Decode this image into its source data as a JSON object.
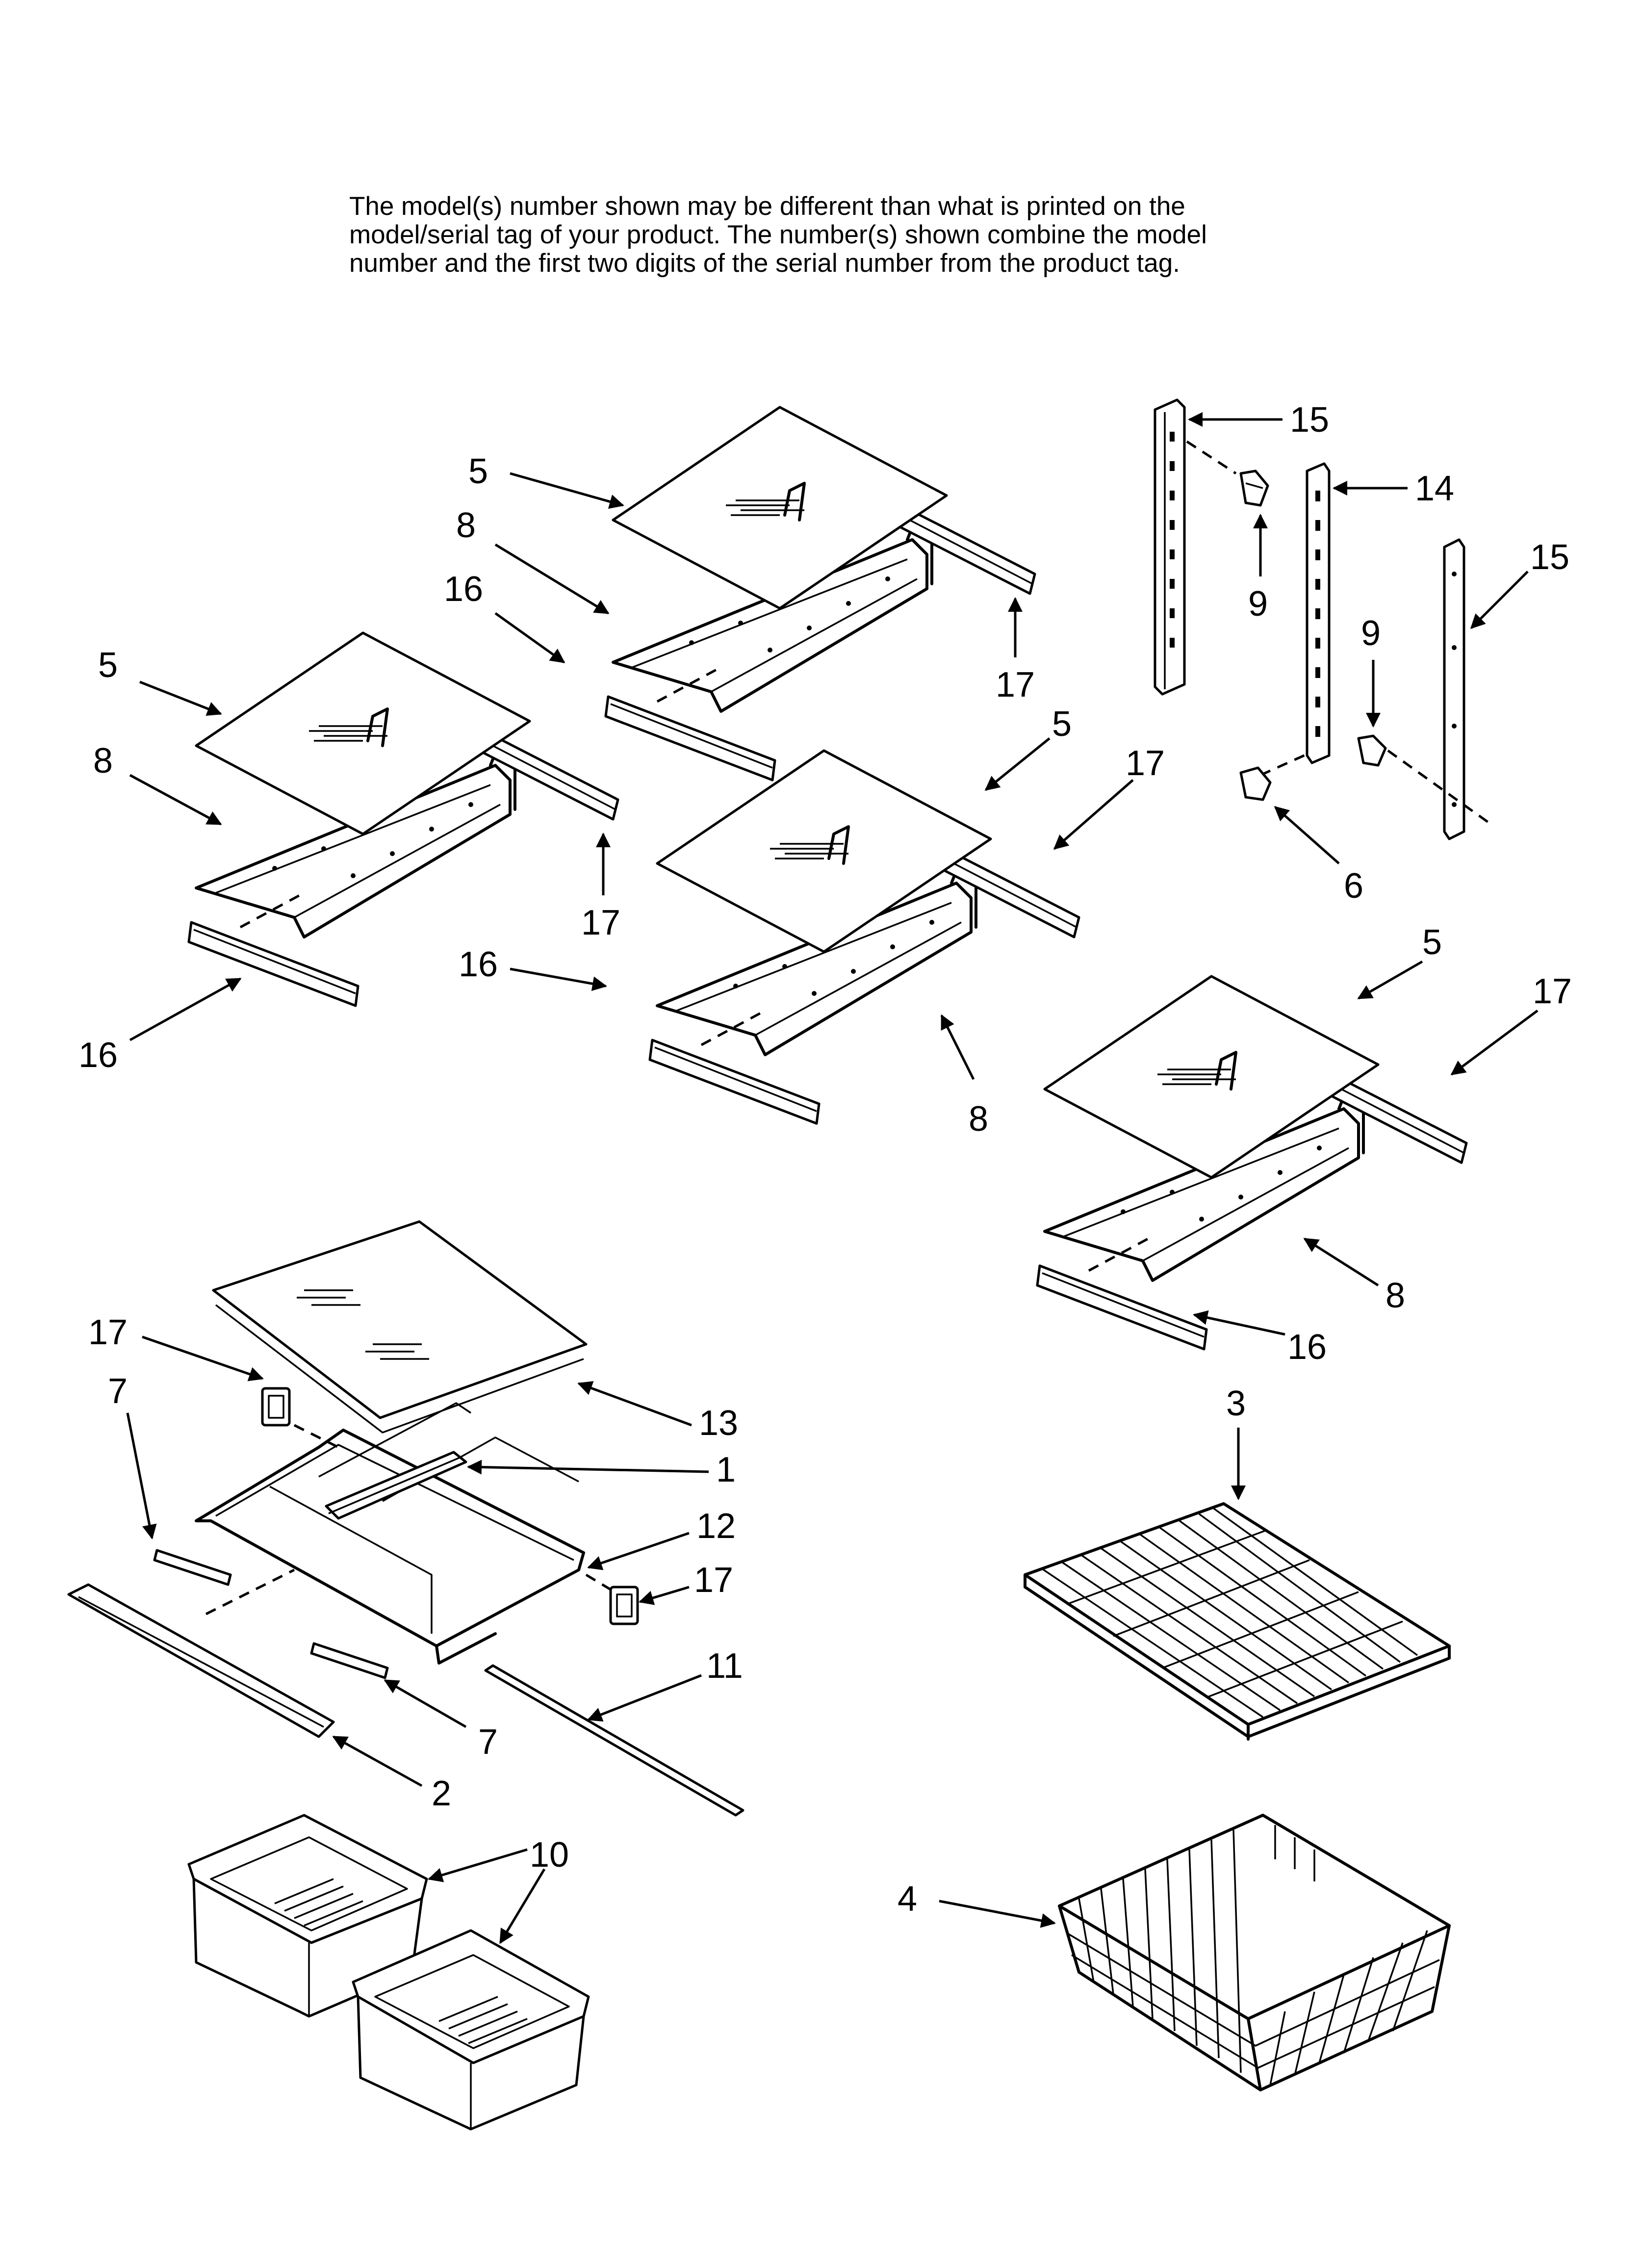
{
  "note": {
    "line1": "The model(s) number shown may be different than what is printed on the",
    "line2": "model/serial tag of your product. The number(s) shown combine the model",
    "line3": "number and the first two digits of the serial number from the product tag."
  },
  "labels": {
    "l5a": "5",
    "l8a": "8",
    "l16a": "16",
    "l17a": "17",
    "l5b": "5",
    "l8b": "8",
    "l17b": "17",
    "l16b": "16",
    "l5c": "5",
    "l17c": "17",
    "l16c": "16",
    "l8c": "8",
    "l5d": "5",
    "l17d": "17",
    "l8d": "8",
    "l16d": "16",
    "l15a": "15",
    "l14": "14",
    "l9a": "9",
    "l15b": "15",
    "l9b": "9",
    "l6": "6",
    "l17e": "17",
    "l7a": "7",
    "l13": "13",
    "l1": "1",
    "l12": "12",
    "l17f": "17",
    "l11": "11",
    "l7b": "7",
    "l2": "2",
    "l10": "10",
    "l3": "3",
    "l4": "4"
  }
}
